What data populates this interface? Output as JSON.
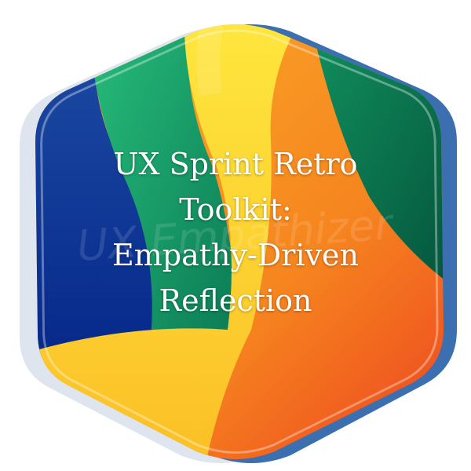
{
  "badge": {
    "title_lines": [
      "UX Sprint Retro",
      "Toolkit:",
      "Empathy-Driven",
      "Reflection"
    ],
    "watermark": "UX Empathizer",
    "colors": {
      "blue": "#0a3a9a",
      "green": "#20b070",
      "yellow": "#fde03a",
      "orange": "#f7931e",
      "red_orange": "#ee4422",
      "dark_green": "#045a3e",
      "back_blue": "#3b6fb0",
      "back_gray": "#dfe5ee"
    }
  }
}
